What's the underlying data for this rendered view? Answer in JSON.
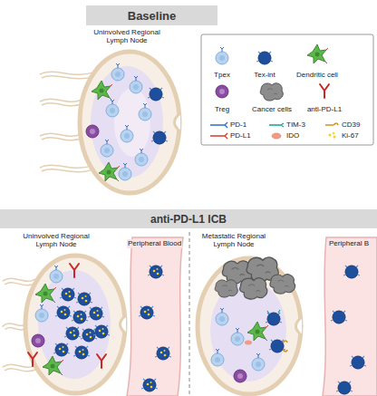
{
  "diagram": {
    "nodes": [
      {
        "text": [
          "Baseline"
        ]
      },
      {
        "text": [
          "Uninvolved Regional Lymph Node"
        ]
      },
      {
        "text": [
          "anti-PD-L1 ICB"
        ]
      },
      {
        "text": [
          "Uninvolved Regional Lymph Node"
        ]
      },
      {
        "text": [
          "Peripheral Blood"
        ]
      },
      {
        "text": [
          "Metastatic Regional Lymph Node"
        ]
      },
      {
        "text": [
          "Peripheral B"
        ]
      }
    ],
    "legend": [
      {
        "text": "Tpex"
      },
      {
        "text": "Tex-int"
      },
      {
        "text": "Dendritic cell"
      },
      {
        "text": "Treg"
      },
      {
        "text": "Cancer cells"
      },
      {
        "text": "anti-PD-L1"
      },
      {
        "text": "PD-1"
      },
      {
        "text": "TIM-3"
      },
      {
        "text": "CD39"
      },
      {
        "text": "PD-L1"
      },
      {
        "text": "IDO"
      },
      {
        "text": "Ki-67"
      }
    ]
  }
}
